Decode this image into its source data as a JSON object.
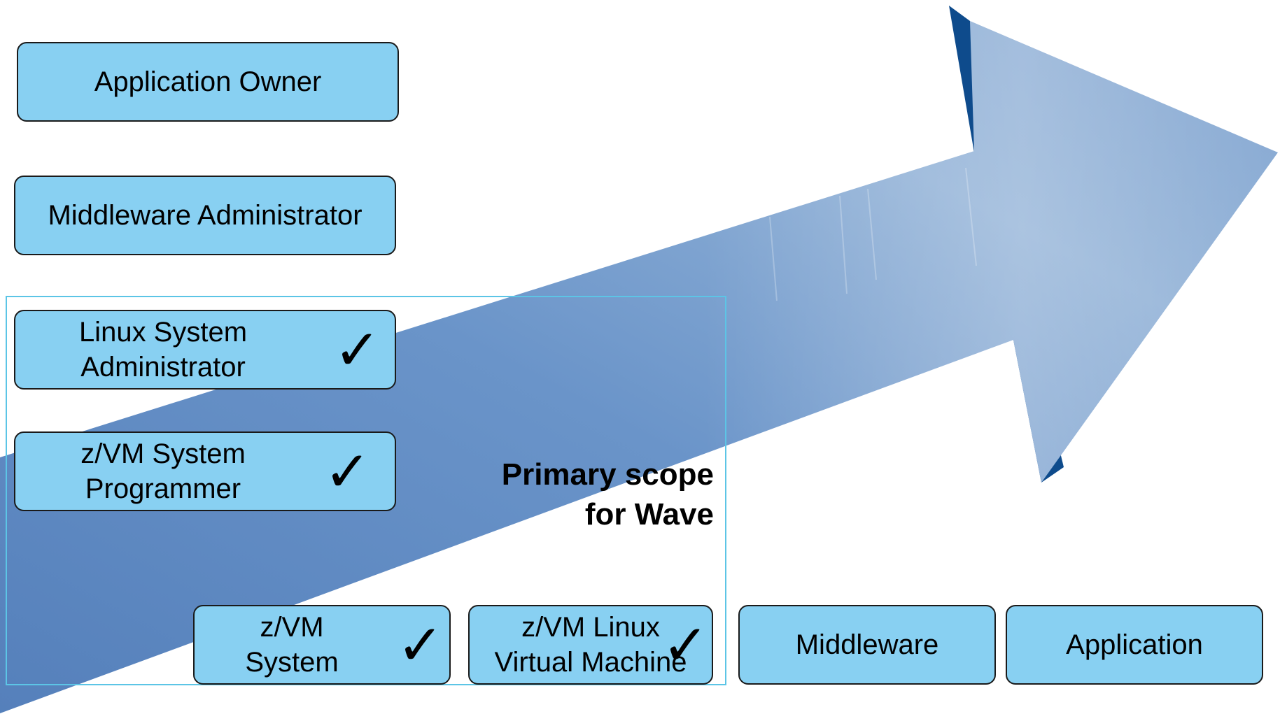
{
  "roles": [
    {
      "label": "Application Owner",
      "checked": false
    },
    {
      "label": "Middleware Administrator",
      "checked": false
    },
    {
      "label": "Linux System\nAdministrator",
      "checked": true
    },
    {
      "label": "z/VM System\nProgrammer",
      "checked": true
    }
  ],
  "layers": [
    {
      "label": "z/VM\nSystem",
      "checked": true
    },
    {
      "label": "z/VM Linux\nVirtual Machine",
      "checked": true
    },
    {
      "label": "Middleware",
      "checked": false
    },
    {
      "label": "Application",
      "checked": false
    }
  ],
  "scope": {
    "label": "Primary scope\nfor Wave"
  },
  "check_glyph": "✓",
  "colors": {
    "box_fill": "#88d0f2",
    "scope_border": "#5cc5e6",
    "arrow_main": "#6b93c8",
    "arrow_dark": "#0e4b8c"
  }
}
